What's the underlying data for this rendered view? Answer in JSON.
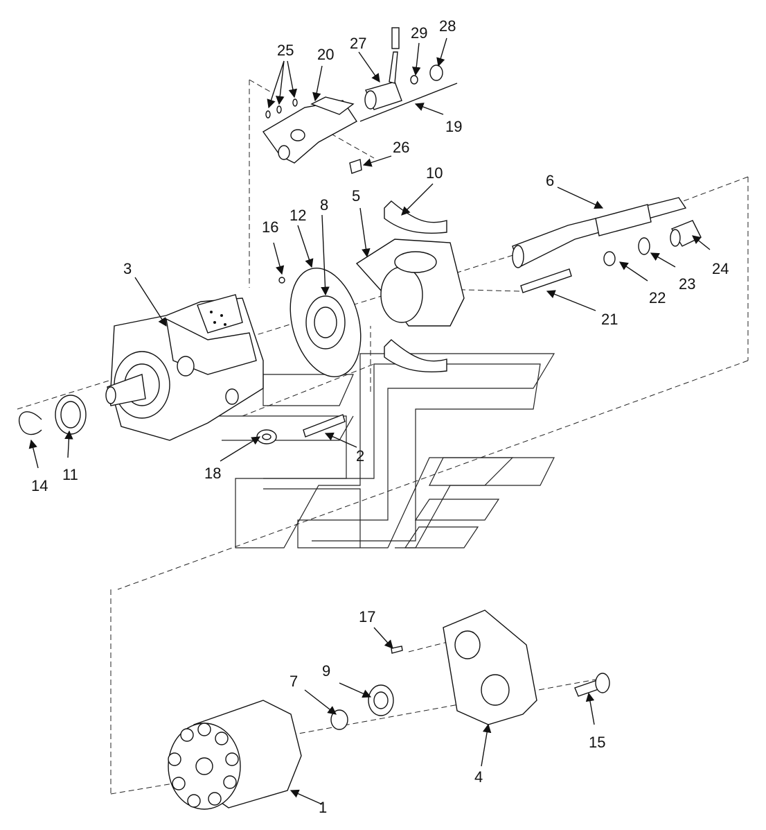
{
  "diagram": {
    "callouts": {
      "p1": "1",
      "p2": "2",
      "p3": "3",
      "p4": "4",
      "p5": "5",
      "p6": "6",
      "p7": "7",
      "p8": "8",
      "p9": "9",
      "p10": "10",
      "p11": "11",
      "p12": "12",
      "p14": "14",
      "p15": "15",
      "p16": "16",
      "p17": "17",
      "p18": "18",
      "p19": "19",
      "p20": "20",
      "p21": "21",
      "p22": "22",
      "p23": "23",
      "p24": "24",
      "p25": "25",
      "p26": "26",
      "p27": "27",
      "p28": "28",
      "p29": "29"
    }
  }
}
